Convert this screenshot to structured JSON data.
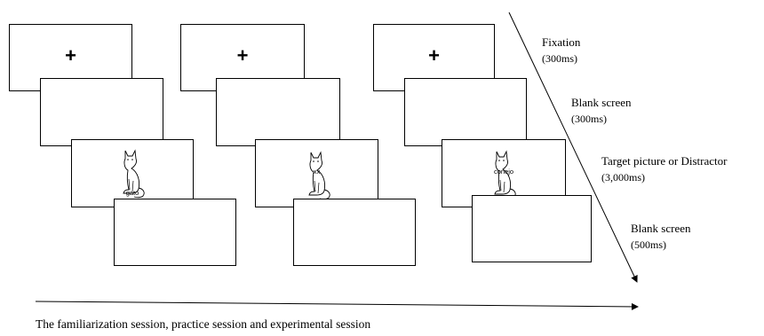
{
  "sequences": [
    {
      "fixation": "+",
      "target_word": "gato",
      "target_picture": "cat-line-drawing"
    },
    {
      "fixation": "+",
      "target_word": "xx",
      "target_picture": "cat-line-drawing"
    },
    {
      "fixation": "+",
      "target_word": "conejo",
      "target_picture": "cat-line-drawing"
    }
  ],
  "steps": [
    {
      "label": "Fixation",
      "duration": "(300ms)"
    },
    {
      "label": "Blank screen",
      "duration": "(300ms)"
    },
    {
      "label": "Target picture or Distractor",
      "duration": "(3,000ms)"
    },
    {
      "label": "Blank screen",
      "duration": "(500ms)"
    }
  ],
  "caption": "The familiarization session, practice session and experimental session"
}
